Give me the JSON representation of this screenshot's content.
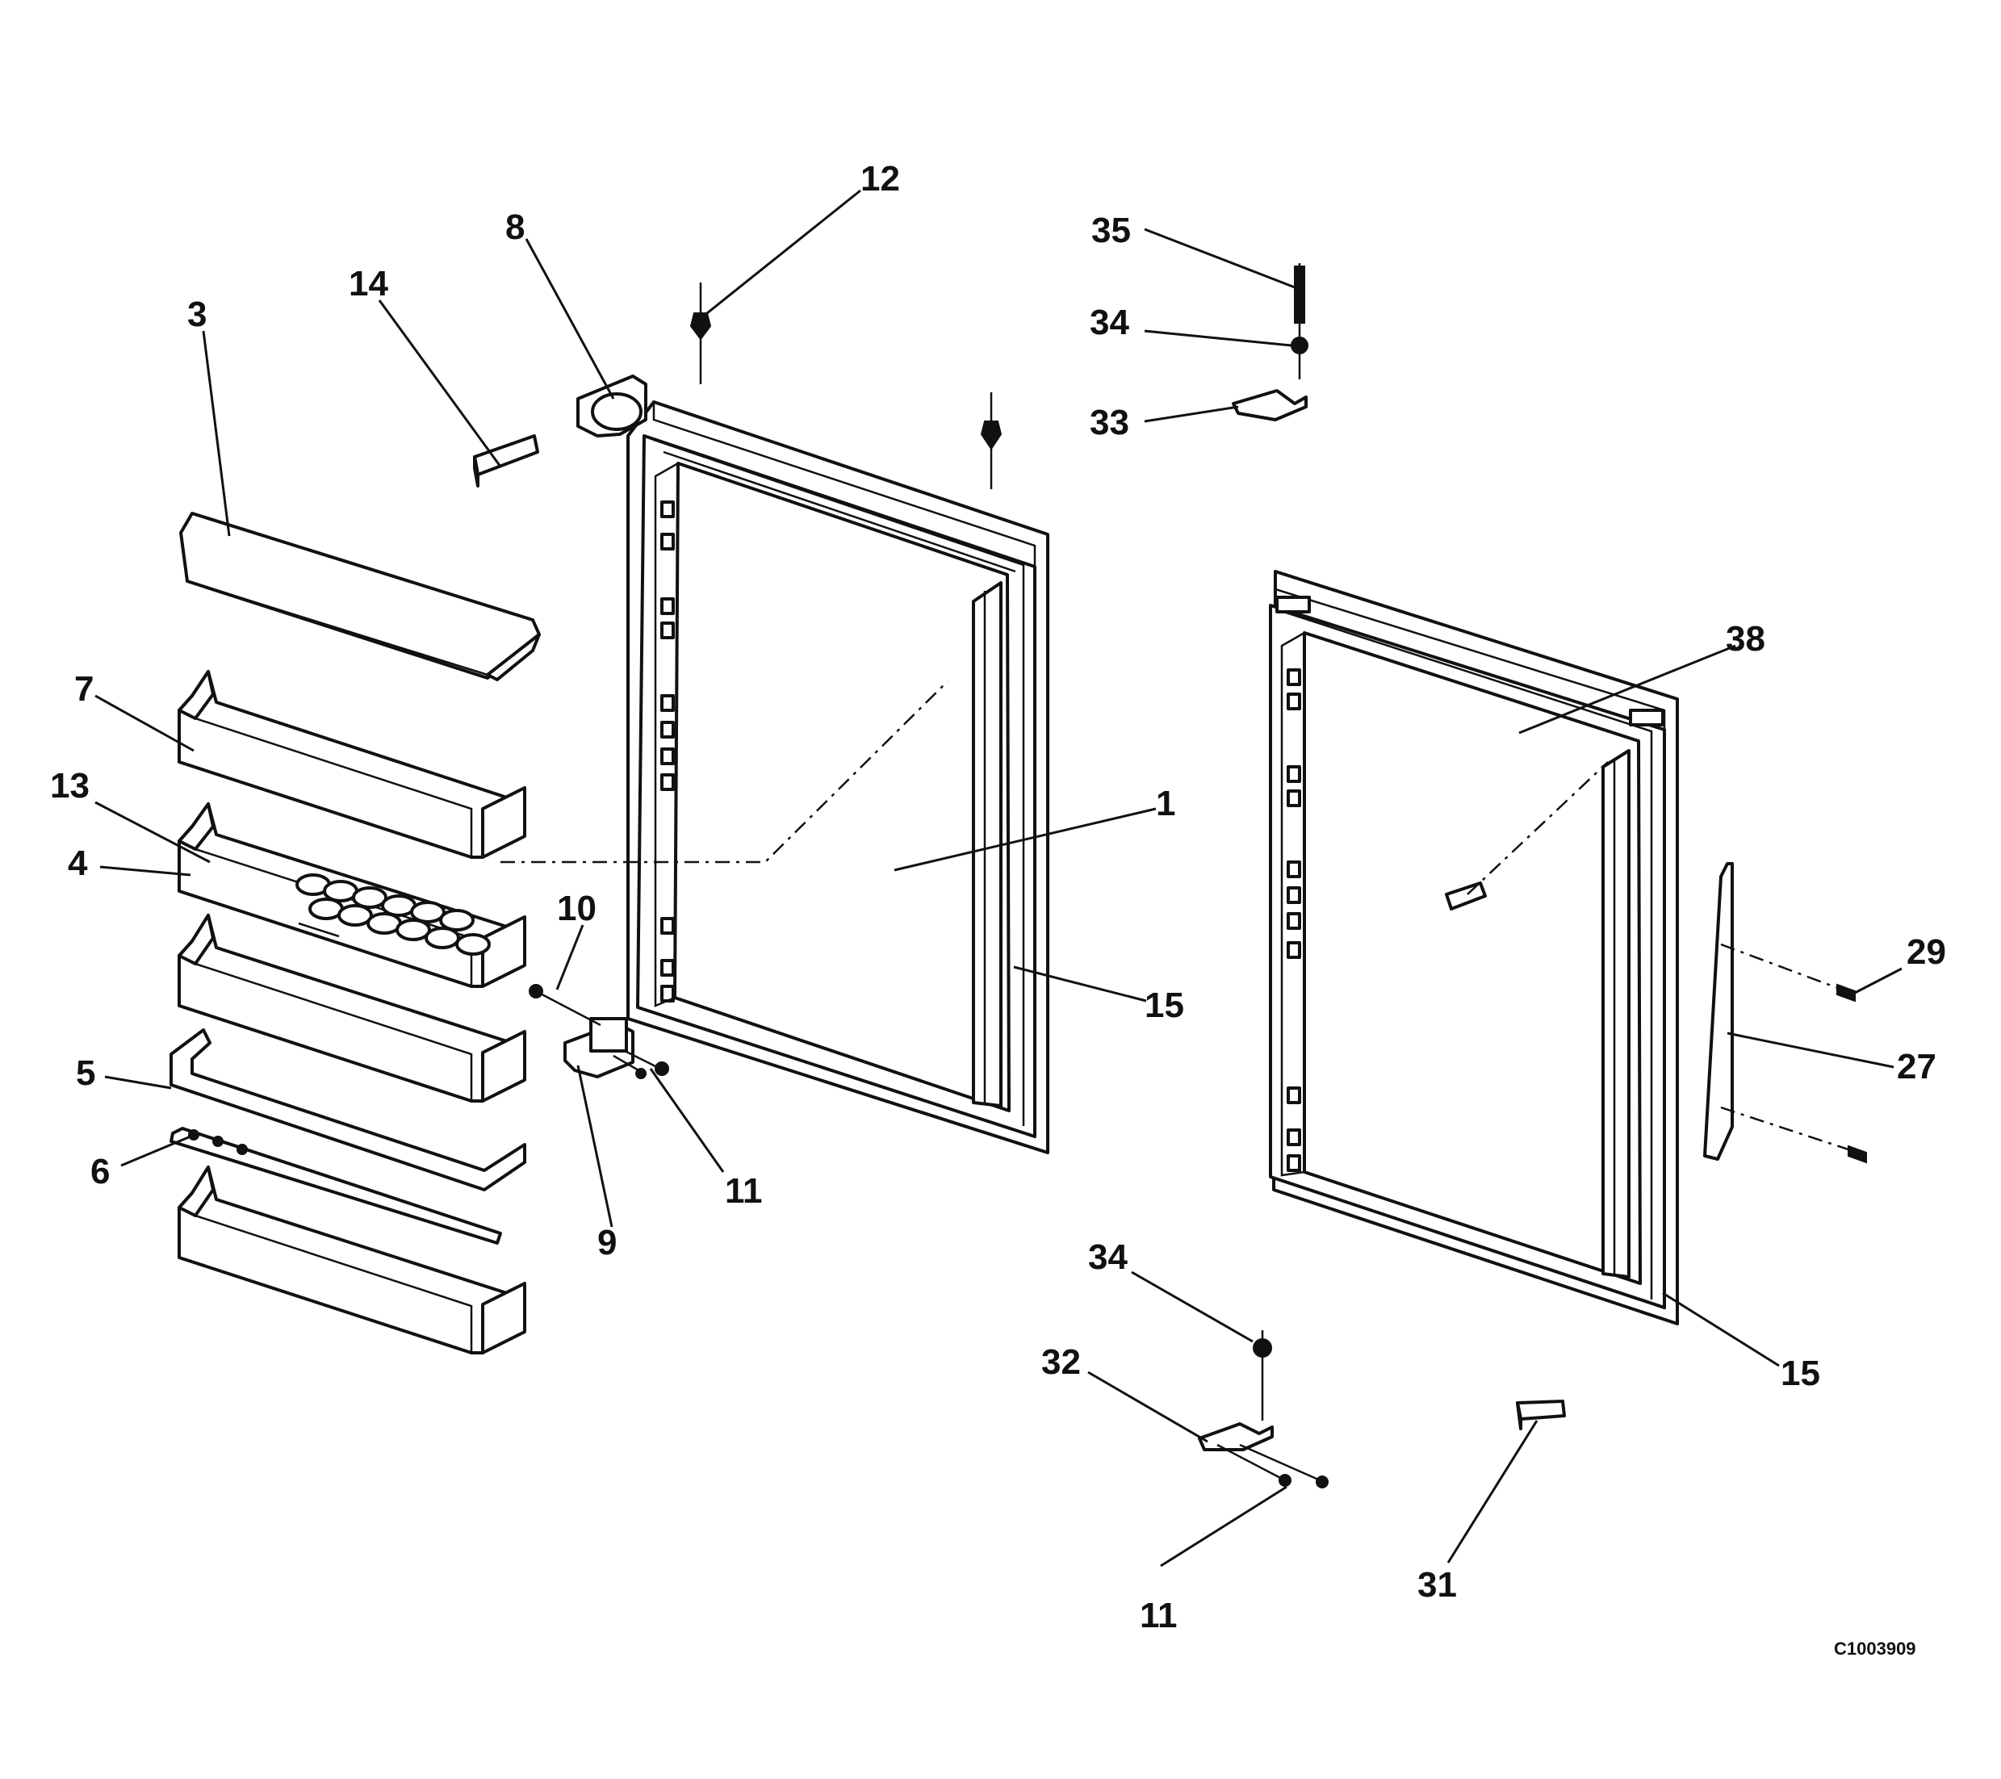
{
  "diagram": {
    "title": "",
    "drawing_number": "C1003909",
    "callouts": [
      {
        "id": "c1",
        "text": "1"
      },
      {
        "id": "c3",
        "text": "3"
      },
      {
        "id": "c4",
        "text": "4"
      },
      {
        "id": "c5",
        "text": "5"
      },
      {
        "id": "c6",
        "text": "6"
      },
      {
        "id": "c7",
        "text": "7"
      },
      {
        "id": "c8",
        "text": "8"
      },
      {
        "id": "c9",
        "text": "9"
      },
      {
        "id": "c10",
        "text": "10"
      },
      {
        "id": "c11a",
        "text": "11"
      },
      {
        "id": "c11b",
        "text": "11"
      },
      {
        "id": "c12",
        "text": "12"
      },
      {
        "id": "c13",
        "text": "13"
      },
      {
        "id": "c14",
        "text": "14"
      },
      {
        "id": "c15a",
        "text": "15"
      },
      {
        "id": "c15b",
        "text": "15"
      },
      {
        "id": "c27",
        "text": "27"
      },
      {
        "id": "c29",
        "text": "29"
      },
      {
        "id": "c31",
        "text": "31"
      },
      {
        "id": "c32",
        "text": "32"
      },
      {
        "id": "c33",
        "text": "33"
      },
      {
        "id": "c34a",
        "text": "34"
      },
      {
        "id": "c34b",
        "text": "34"
      },
      {
        "id": "c35",
        "text": "35"
      },
      {
        "id": "c38",
        "text": "38"
      }
    ]
  }
}
